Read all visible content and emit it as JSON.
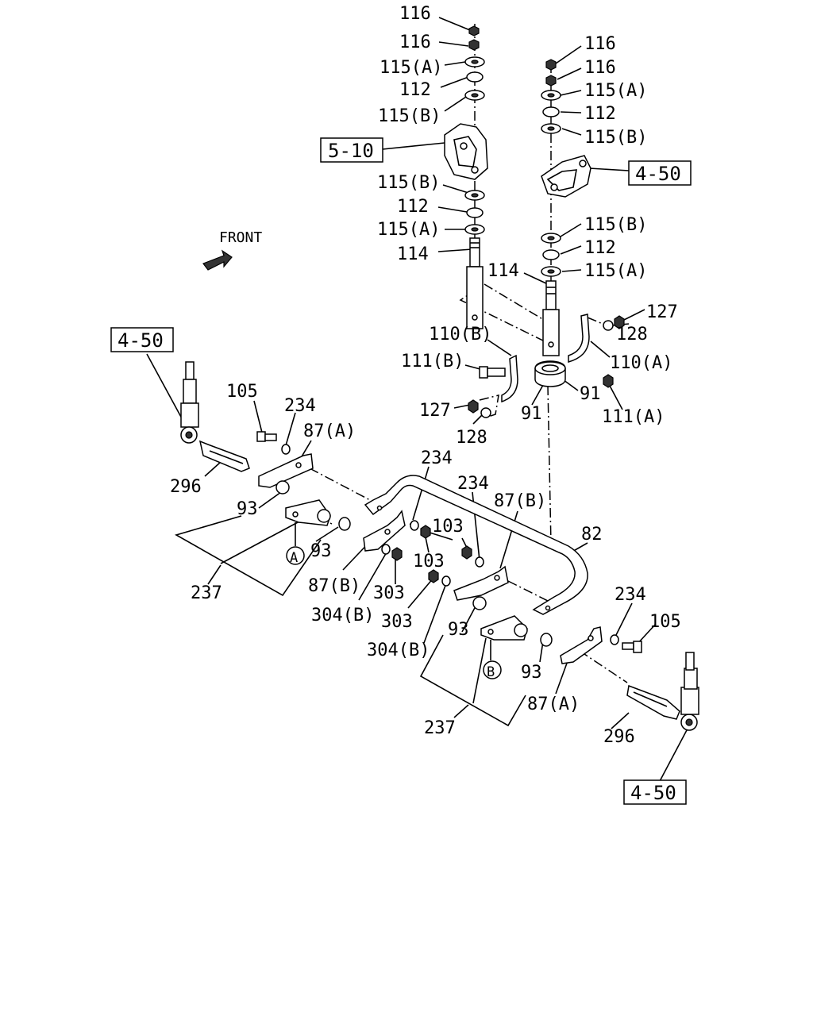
{
  "front_label": "FRONT",
  "ref_boxes": {
    "a": "5-10",
    "b": "4-50",
    "c": "4-50",
    "d": "4-50"
  },
  "markers": {
    "a": "A",
    "b": "B"
  },
  "labels": {
    "l01": "116",
    "l02": "116",
    "l03": "115(A)",
    "l04": "112",
    "l05": "115(B)",
    "l06": "115(B)",
    "l07": "112",
    "l08": "115(A)",
    "l09": "114",
    "l10": "116",
    "l11": "116",
    "l12": "115(A)",
    "l13": "112",
    "l14": "115(B)",
    "l15": "115(B)",
    "l16": "112",
    "l17": "115(A)",
    "l18": "114",
    "l19": "127",
    "l20": "128",
    "l21": "110(B)",
    "l22": "110(A)",
    "l23": "111(B)",
    "l24": "91",
    "l25": "91",
    "l26": "111(A)",
    "l27": "127",
    "l28": "128",
    "l29": "105",
    "l30": "234",
    "l31": "87(A)",
    "l32": "296",
    "l33": "93",
    "l34": "93",
    "l35": "237",
    "l36": "87(B)",
    "l37": "304(B)",
    "l38": "303",
    "l39": "234",
    "l40": "103",
    "l41": "103",
    "l42": "234",
    "l43": "87(B)",
    "l44": "82",
    "l45": "303",
    "l46": "304(B)",
    "l47": "93",
    "l48": "93",
    "l49": "237",
    "l50": "87(A)",
    "l51": "234",
    "l52": "105",
    "l53": "296"
  }
}
